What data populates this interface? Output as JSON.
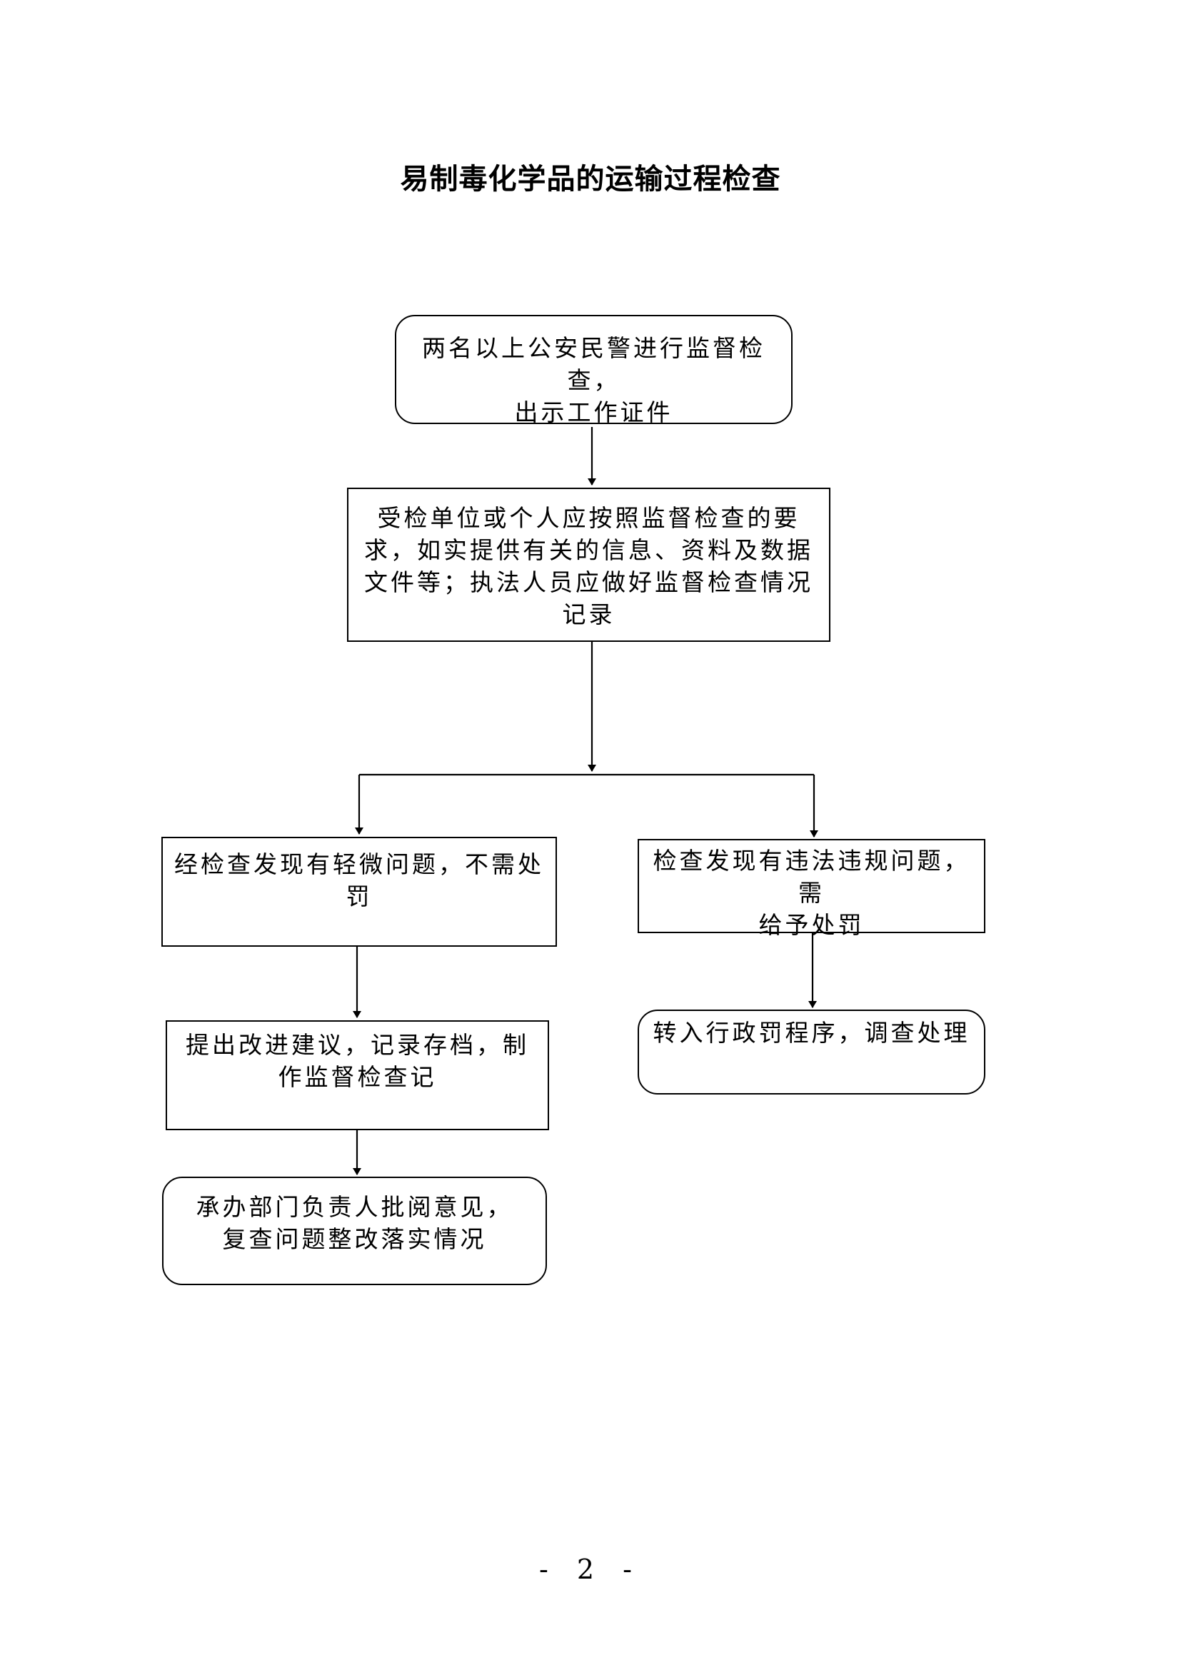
{
  "title": "易制毒化学品的运输过程检查",
  "nodes": {
    "start": "两名以上公安民警进行监督检查，\n出示工作证件",
    "cooperate": "受检单位或个人应按照监督检查的要求，如实提供有关的信息、资料及数据文件等；执法人员应做好监督检查情况记录",
    "minor_issue": "经检查发现有轻微问题，不需处罚",
    "violation": "检查发现有违法违规问题，需\n给予处罚",
    "improve": "提出改进建议，记录存档，制作监督检查记",
    "admin_penalty": "转入行政罚程序，调查处理",
    "review": "承办部门负责人批阅意见，\n复查问题整改落实情况"
  },
  "page_number": "- 2 -"
}
